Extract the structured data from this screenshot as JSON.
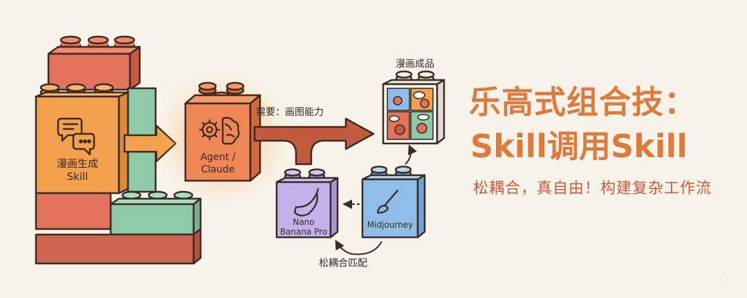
{
  "diagram": {
    "main_brick_label_line1": "漫画生成",
    "main_brick_label_line2": "Skill",
    "agent_label_line1": "Agent /",
    "agent_label_line2": "Claude",
    "need_label": "需要：画图能力",
    "output_label": "漫画成品",
    "nano_label_line1": "Nano",
    "nano_label_line2": "Banana Pro",
    "midjourney_label": "Midjourney",
    "loose_match_label": "松耦合匹配"
  },
  "headline": {
    "title_line1": "乐高式组合技：",
    "title_line2": "Skill调用Skill",
    "subtitle": "松耦合，真自由！构建复杂工作流"
  },
  "colors": {
    "title": "#dd7a3c",
    "subtitle": "#cc5a3a",
    "orange_brick": "#f3a04f",
    "red_brick": "#e2735c",
    "green_brick": "#8ec9a8",
    "purple_brick": "#c3b2ea",
    "blue_brick": "#8dbde8",
    "arrow": "#c25a40"
  }
}
